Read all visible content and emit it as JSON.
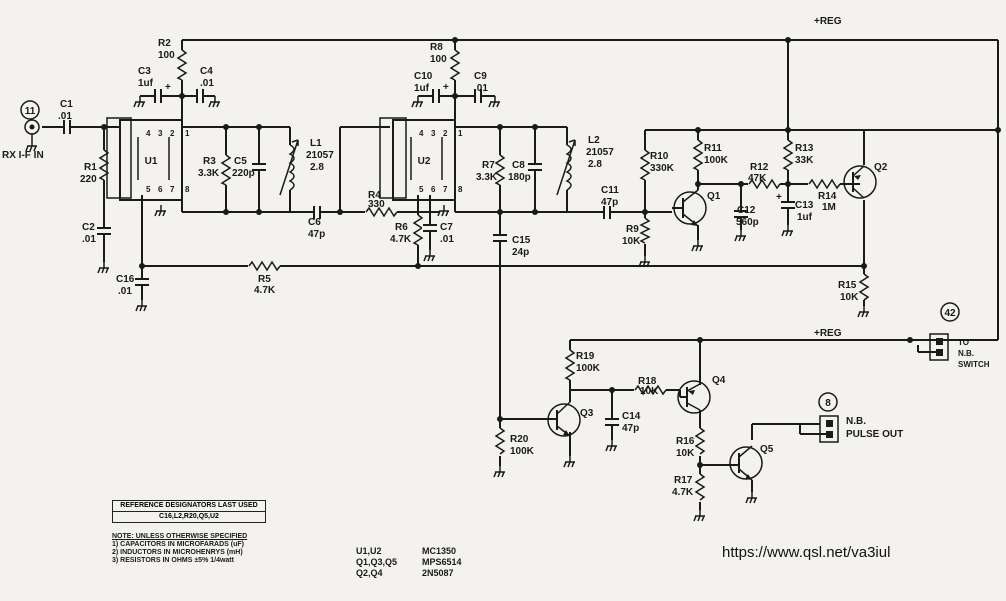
{
  "power": {
    "top_rail": "+REG",
    "bottom_rail": "+REG"
  },
  "connectors": {
    "rx_in": {
      "number": "11",
      "label": "RX I-F IN"
    },
    "nb_switch": {
      "number": "42",
      "label_lines": [
        "TO",
        "N.B.",
        "SWITCH"
      ]
    },
    "nb_pulse": {
      "number": "8",
      "label_lines": [
        "N.B.",
        "PULSE OUT"
      ]
    }
  },
  "components": {
    "C1": [
      "C1",
      ".01"
    ],
    "R1": [
      "R1",
      "220"
    ],
    "C2": [
      "C2",
      ".01"
    ],
    "R2": [
      "R2",
      "100"
    ],
    "C3": [
      "C3",
      "1uf"
    ],
    "C4": [
      "C4",
      ".01"
    ],
    "U1": "U1",
    "U2": "U2",
    "R3": [
      "R3",
      "3.3K"
    ],
    "C5": [
      "C5",
      "220p"
    ],
    "L1": [
      "L1",
      "21057",
      "2.8"
    ],
    "C6": [
      "C6",
      "47p"
    ],
    "R4": [
      "R4",
      "330"
    ],
    "R5": [
      "R5",
      "4.7K"
    ],
    "C16": [
      "C16",
      ".01"
    ],
    "R8": [
      "R8",
      "100"
    ],
    "C10": [
      "C10",
      "1uf"
    ],
    "C9": [
      "C9",
      ".01"
    ],
    "R6": [
      "R6",
      "4.7K"
    ],
    "C7": [
      "C7",
      ".01"
    ],
    "R7": [
      "R7",
      "3.3K"
    ],
    "C8": [
      "C8",
      "180p"
    ],
    "L2": [
      "L2",
      "21057",
      "2.8"
    ],
    "C15": [
      "C15",
      "24p"
    ],
    "C11": [
      "C11",
      "47p"
    ],
    "R9": [
      "R9",
      "10K"
    ],
    "R10": [
      "R10",
      "330K"
    ],
    "R11": [
      "R11",
      "100K"
    ],
    "Q1": "Q1",
    "C12": [
      "C12",
      "560p"
    ],
    "R12": [
      "R12",
      "47K"
    ],
    "R13": [
      "R13",
      "33K"
    ],
    "C13": [
      "C13",
      "1uf"
    ],
    "R14": [
      "R14",
      "1M"
    ],
    "Q2": "Q2",
    "R15": [
      "R15",
      "10K"
    ],
    "R19": [
      "R19",
      "100K"
    ],
    "R18": [
      "R18",
      "10K"
    ],
    "Q3": "Q3",
    "Q4": "Q4",
    "C14": [
      "C14",
      "47p"
    ],
    "R20": [
      "R20",
      "100K"
    ],
    "R16": [
      "R16",
      "10K"
    ],
    "R17": [
      "R17",
      "4.7K"
    ],
    "Q5": "Q5"
  },
  "u1_pins": [
    "4",
    "3",
    "2",
    "1",
    "5",
    "6",
    "7",
    "8"
  ],
  "u2_pins": [
    "4",
    "3",
    "2",
    "1",
    "5",
    "6",
    "7",
    "8"
  ],
  "reference_box": {
    "header": "REFERENCE DESIGNATORS LAST USED",
    "value": "C16,L2,R20,Q5,U2"
  },
  "notes": {
    "title": "NOTE: UNLESS OTHERWISE SPECIFIED",
    "lines": [
      "1) CAPACITORS IN MICROFARADS (uF)",
      "2) INDUCTORS IN MICROHENRYS (mH)",
      "3) RESISTORS IN OHMS ±5% 1/4watt"
    ]
  },
  "parts": [
    {
      "refs": "U1,U2",
      "part": "MC1350"
    },
    {
      "refs": "Q1,Q3,Q5",
      "part": "MPS6514"
    },
    {
      "refs": "Q2,Q4",
      "part": "2N5087"
    }
  ],
  "credit_url": "https://www.qsl.net/va3iul"
}
